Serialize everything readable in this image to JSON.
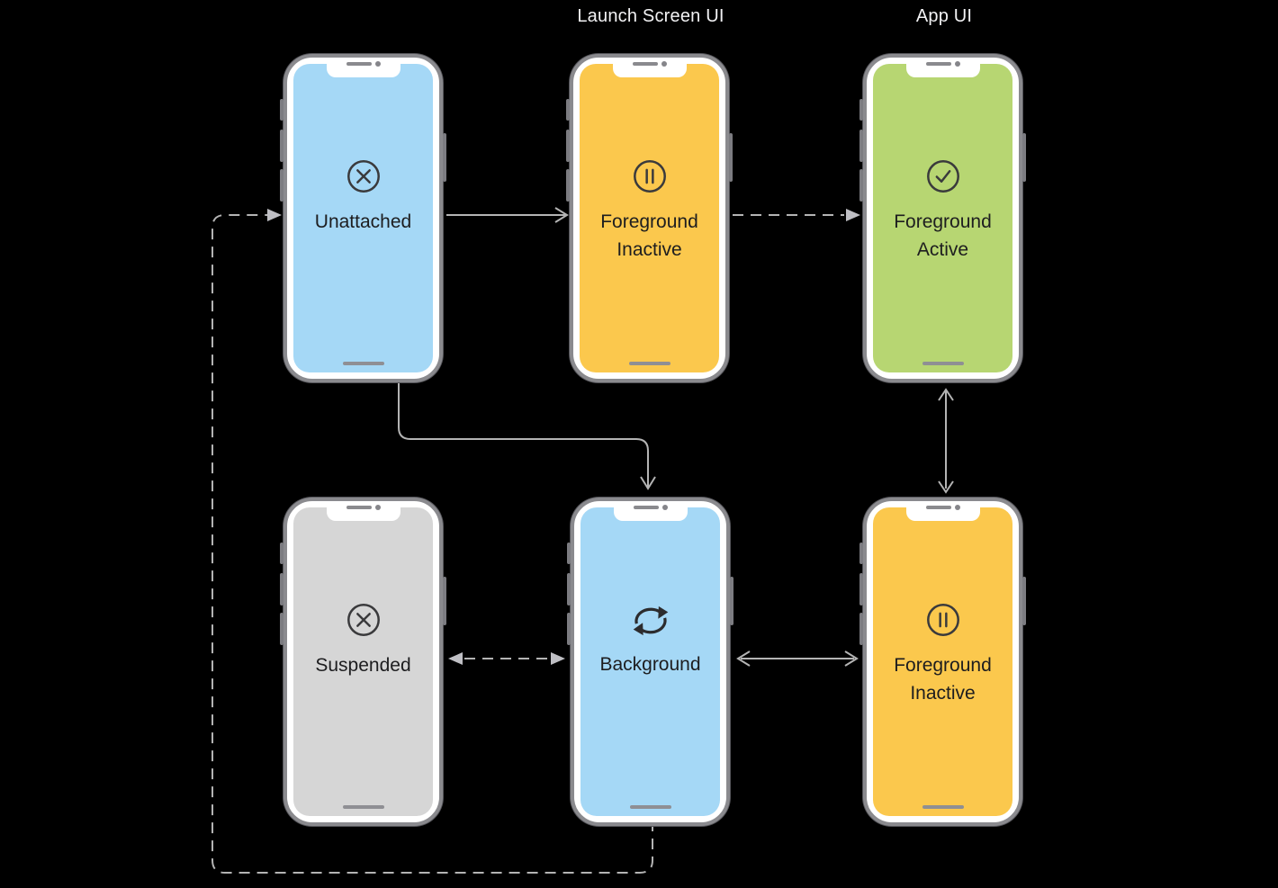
{
  "column_headers": {
    "launch_screen_ui": "Launch Screen UI",
    "app_ui": "App UI"
  },
  "states": [
    {
      "label": "Unattached",
      "icon": "x-circle",
      "screen_color": "#A5D8F6"
    },
    {
      "label": "Foreground Inactive",
      "icon": "pause-circle",
      "screen_color": "#FBC84D"
    },
    {
      "label": "Foreground Active",
      "icon": "check-circle",
      "screen_color": "#B7D672"
    },
    {
      "label": "Suspended",
      "icon": "x-circle",
      "screen_color": "#D6D6D6"
    },
    {
      "label": "Background",
      "icon": "sync-circle-arrows",
      "screen_color": "#A5D8F6"
    },
    {
      "label": "Foreground Inactive",
      "icon": "pause-circle",
      "screen_color": "#FBC84D"
    }
  ],
  "transitions": [
    {
      "from": "Background",
      "to": "Unattached",
      "style": "dashed",
      "heads": "single"
    },
    {
      "from": "Unattached",
      "to": "Foreground Inactive (Launch Screen UI)",
      "style": "solid",
      "heads": "single"
    },
    {
      "from": "Foreground Inactive (Launch Screen UI)",
      "to": "Foreground Active",
      "style": "dashed",
      "heads": "single"
    },
    {
      "from": "Unattached",
      "to": "Background",
      "style": "solid",
      "heads": "single"
    },
    {
      "from": "Foreground Active",
      "to": "Foreground Inactive (App UI)",
      "style": "solid",
      "heads": "double"
    },
    {
      "from": "Background",
      "to": "Foreground Inactive (App UI)",
      "style": "solid",
      "heads": "double"
    },
    {
      "from": "Suspended",
      "to": "Background",
      "style": "dashed",
      "heads": "double"
    }
  ],
  "colors": {
    "background": "#000000",
    "arrow": "#B4B4B4",
    "arrow_head_fill": "#BFBFC4",
    "phone_frame": "#8A8A8E",
    "phone_bezel": "#FFFFFF",
    "icon_stroke": "#3A3A3C",
    "state_label_text": "#1D1D1F",
    "header_text": "#F2F2F4"
  }
}
